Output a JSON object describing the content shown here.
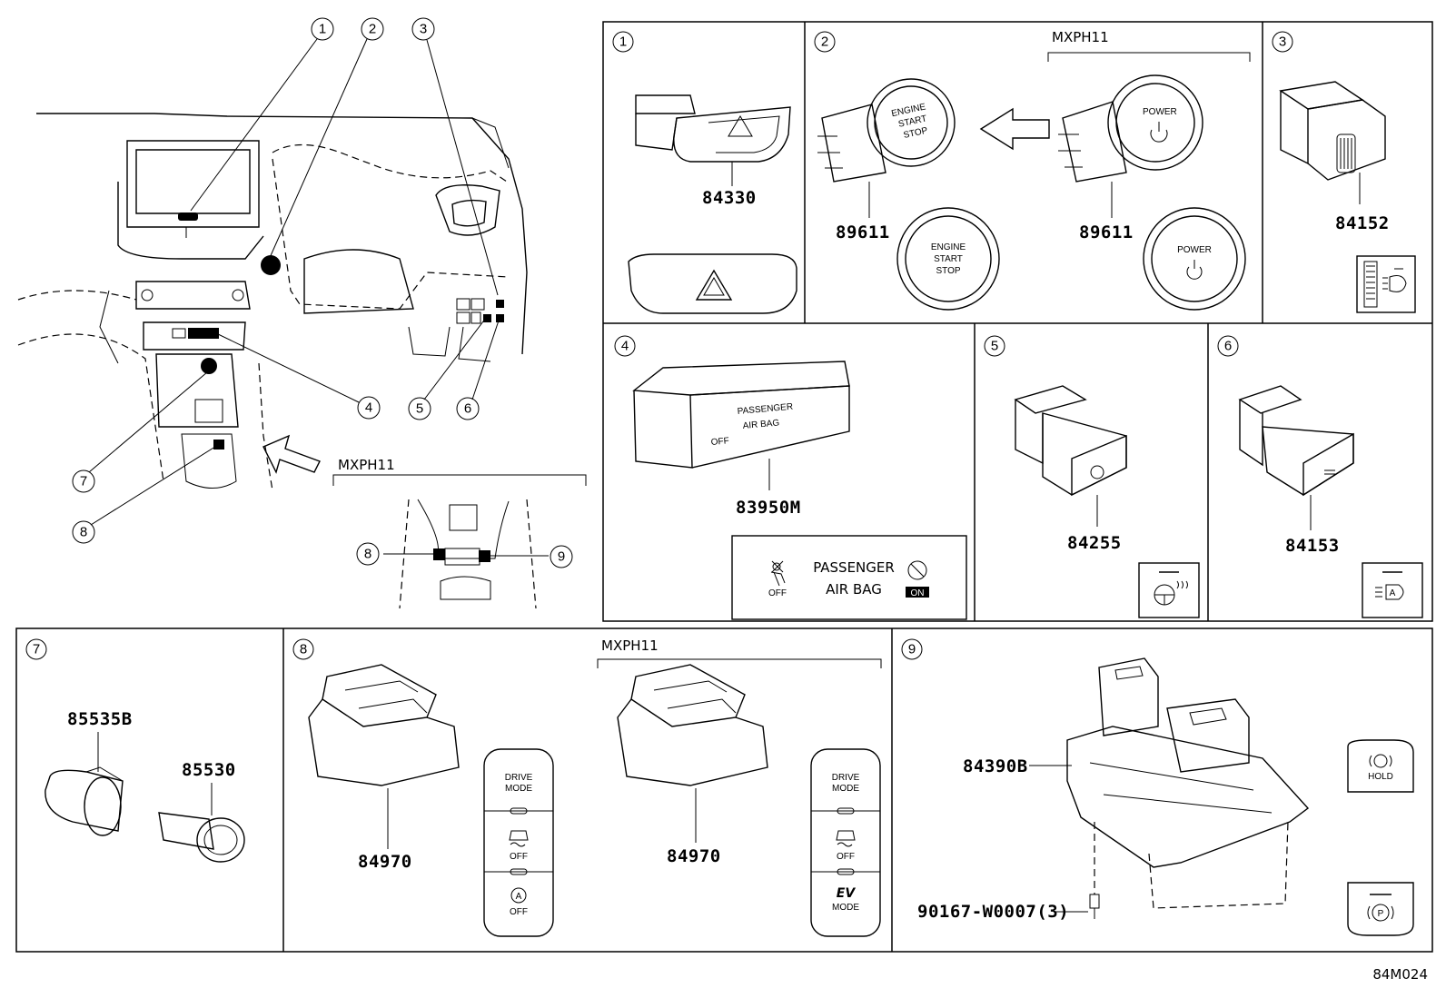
{
  "panel_numbers": [
    "1",
    "2",
    "3",
    "4",
    "5",
    "6",
    "7",
    "8",
    "9"
  ],
  "variant_label": "MXPH11",
  "part_numbers": {
    "hazard_switch": "84330",
    "engine_start_switch": "89611",
    "power_switch": "89611",
    "headlamp_leveling_switch": "84152",
    "airbag_indicator": "83950M",
    "heater_switch": "84255",
    "light_switch": "84153",
    "power_outlet_cover": "85535B",
    "power_outlet": "85530",
    "drive_mode_switch": "84970",
    "drive_mode_switch_ev": "84970",
    "parking_brake_switch": "84390B",
    "screw": "90167-W0007(3)"
  },
  "button_text": {
    "engine_line1": "ENGINE",
    "engine_line2": "START",
    "engine_line3": "STOP",
    "power": "POWER"
  },
  "airbag_panel": {
    "line1": "PASSENGER",
    "line2": "AIR BAG",
    "off": "OFF",
    "on": "ON"
  },
  "drive_mode_panel": {
    "drive_line1": "DRIVE",
    "drive_line2": "MODE",
    "off": "OFF",
    "ev": "EV",
    "mode": "MODE"
  },
  "hold_label": "HOLD",
  "park_label": "P",
  "diagram_code": "84M024",
  "icons": [
    "hazard-icon",
    "power-icon",
    "headlamp-level-icon",
    "steering-heater-icon",
    "headlamp-icon",
    "traction-off-icon",
    "auto-off-icon",
    "hold-icon",
    "parking-brake-icon"
  ]
}
